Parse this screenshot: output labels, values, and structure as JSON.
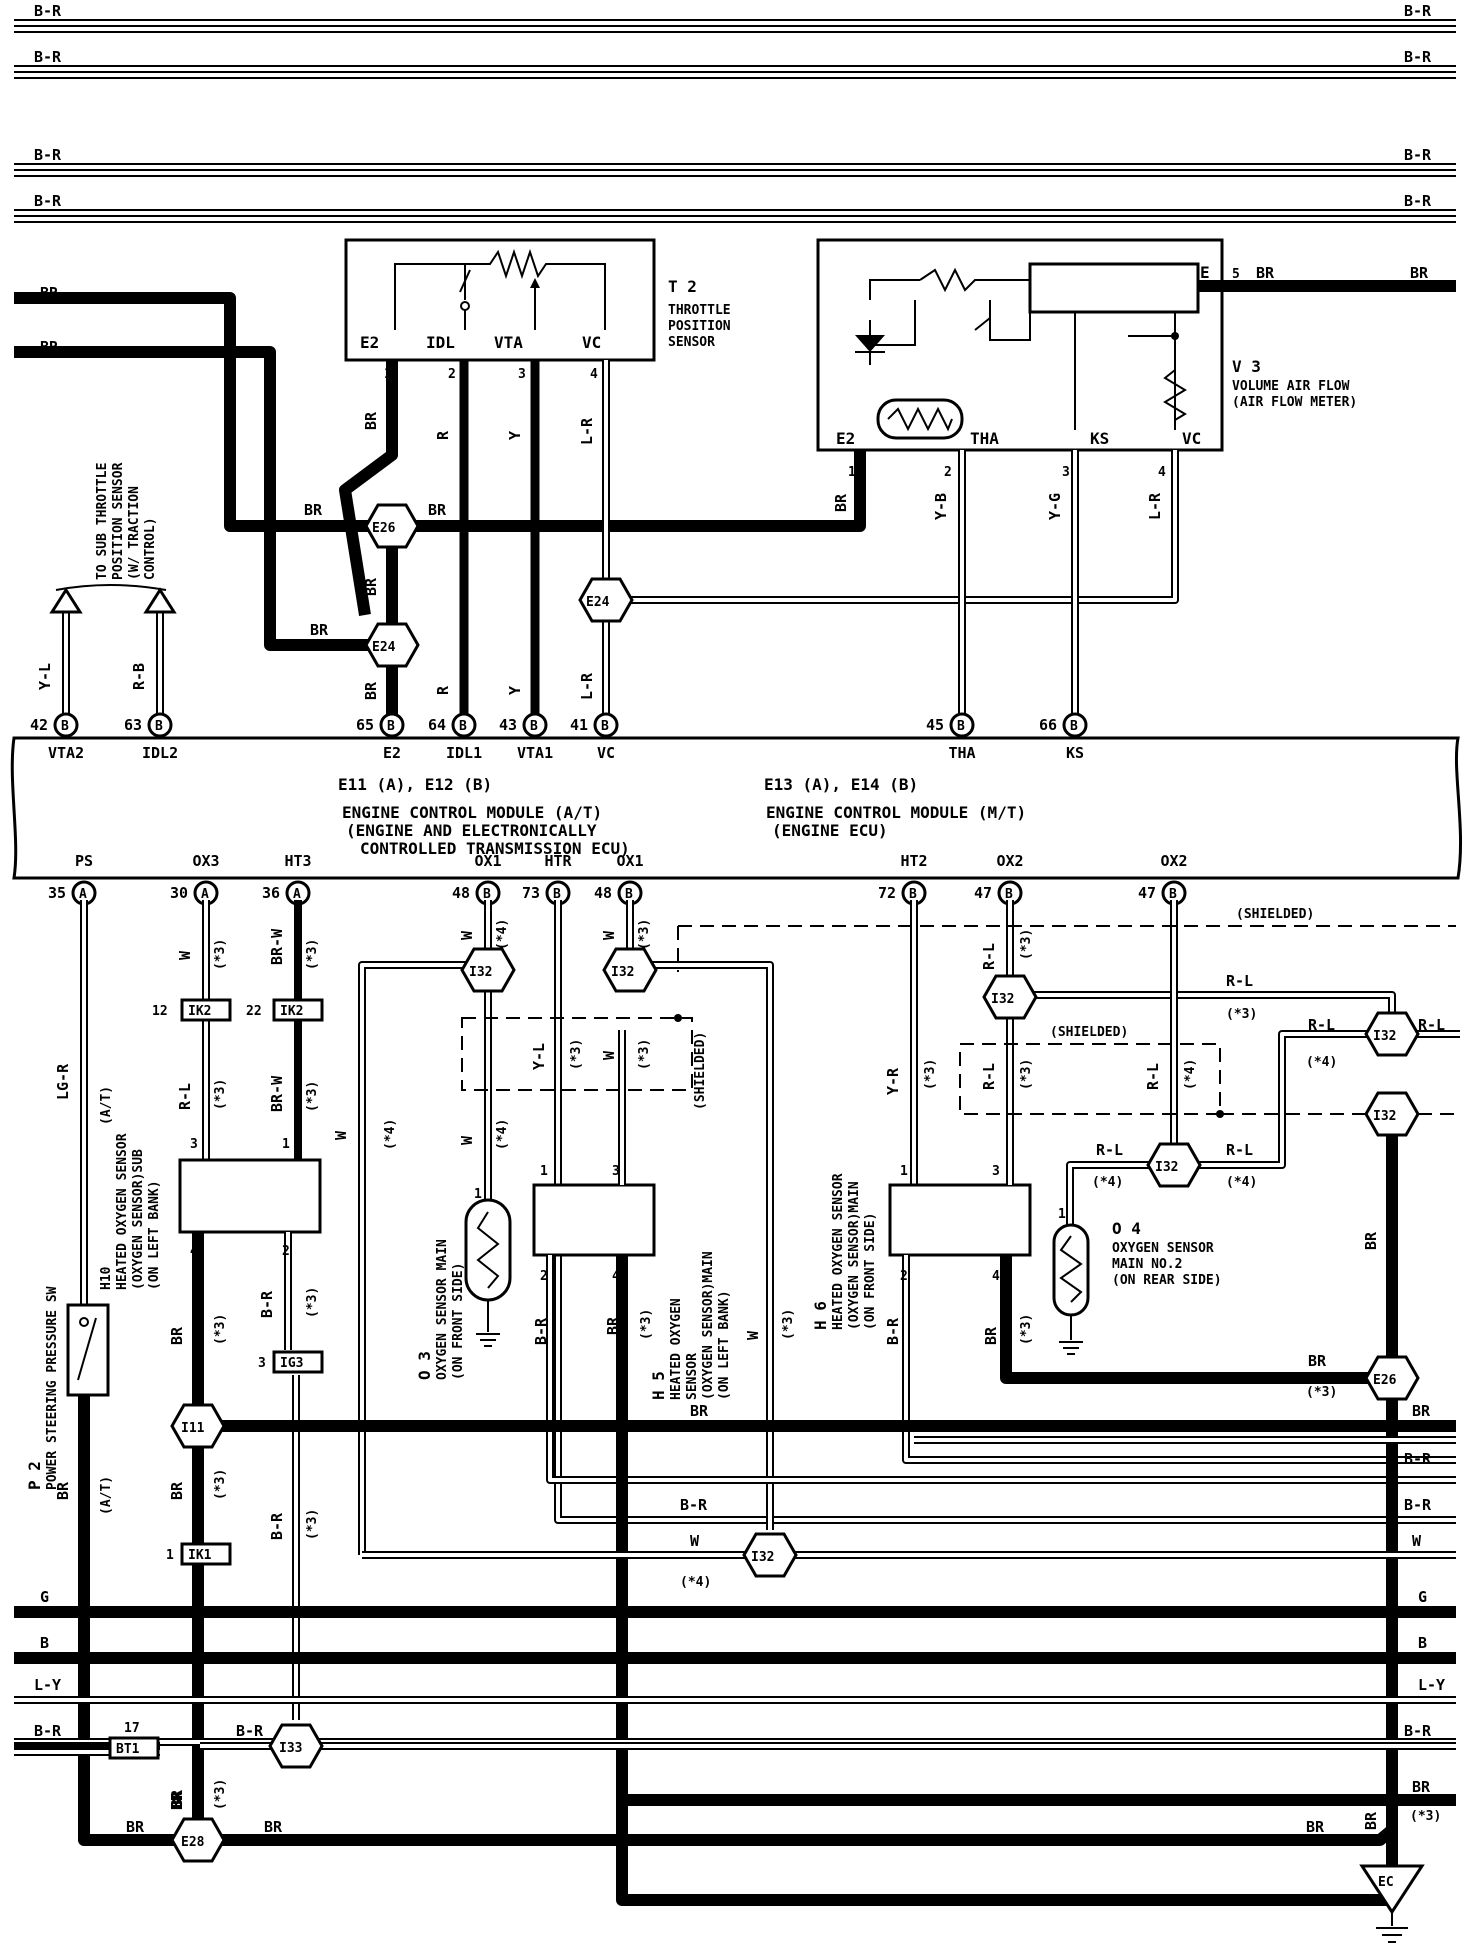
{
  "bus_labels": {
    "br1": "B-R",
    "br2": "B-R",
    "br3": "B-R",
    "br4": "B-R",
    "BR": "BR",
    "G": "G",
    "B": "B",
    "LY": "L-Y",
    "BRL": "B-R",
    "BRb": "BR"
  },
  "throttle": {
    "id": "T 2",
    "name": [
      "THROTTLE",
      "POSITION",
      "SENSOR"
    ],
    "pins": [
      "E2",
      "IDL",
      "VTA",
      "VC"
    ],
    "nums": [
      "1",
      "2",
      "3",
      "4"
    ]
  },
  "airflow": {
    "id": "V 3",
    "name": [
      "VOLUME AIR FLOW",
      "(AIR FLOW METER)"
    ],
    "pins": [
      "E2",
      "THA",
      "KS",
      "VC",
      "E"
    ],
    "nums": [
      "1",
      "2",
      "3",
      "4",
      "5"
    ]
  },
  "sub_throttle": [
    "TO SUB THROTTLE",
    "POSITION SENSOR",
    "(W/ TRACTION",
    "CONTROL)"
  ],
  "ecm": {
    "title_at": "ENGINE CONTROL MODULE  (A/T)",
    "sub_at1": "(ENGINE AND ELECTRONICALLY",
    "sub_at2": "CONTROLLED TRANSMISSION  ECU)",
    "conn_at": "E11 (A), E12 (B)",
    "title_mt": "ENGINE CONTROL MODULE    (M/T)",
    "sub_mt": "(ENGINE ECU)",
    "conn_mt": "E13 (A), E14 (B)",
    "top_pins": [
      {
        "num": "42",
        "c": "B",
        "name": "VTA2"
      },
      {
        "num": "63",
        "c": "B",
        "name": "IDL2"
      },
      {
        "num": "65",
        "c": "B",
        "name": "E2"
      },
      {
        "num": "64",
        "c": "B",
        "name": "IDL1"
      },
      {
        "num": "43",
        "c": "B",
        "name": "VTA1"
      },
      {
        "num": "41",
        "c": "B",
        "name": "VC"
      },
      {
        "num": "45",
        "c": "B",
        "name": "THA"
      },
      {
        "num": "66",
        "c": "B",
        "name": "KS"
      }
    ],
    "bottom_pins": [
      {
        "num": "35",
        "c": "A",
        "name": "PS"
      },
      {
        "num": "30",
        "c": "A",
        "name": "OX3"
      },
      {
        "num": "36",
        "c": "A",
        "name": "HT3"
      },
      {
        "num": "48",
        "c": "B",
        "name": "OX1"
      },
      {
        "num": "73",
        "c": "B",
        "name": "HTR"
      },
      {
        "num": "48",
        "c": "B",
        "name": "OX1"
      },
      {
        "num": "72",
        "c": "B",
        "name": "HT2"
      },
      {
        "num": "47",
        "c": "B",
        "name": "OX2"
      },
      {
        "num": "47",
        "c": "B",
        "name": "OX2"
      }
    ]
  },
  "nodes": {
    "E26a": "E26",
    "E24a": "E24",
    "E24b": "E24",
    "I32a": "I32",
    "I32b": "I32",
    "I32c": "I32",
    "I32d": "I32",
    "I32e": "I32",
    "I32f": "I32",
    "I32g": "I32",
    "I11": "I11",
    "E26b": "E26",
    "I33": "I33",
    "E28": "E28",
    "EC": "EC"
  },
  "connectors": {
    "IK2a": "IK2",
    "IK2b": "IK2",
    "IG3": "IG3",
    "IK1": "IK1",
    "BT1": "BT1"
  },
  "connector_nums": {
    "IK2a": "12",
    "IK2b": "22",
    "IG3": "3",
    "IK1": "1",
    "BT1": "17"
  },
  "wires": {
    "BR": "BR",
    "R": "R",
    "Y": "Y",
    "LR": "L-R",
    "YB": "Y-B",
    "YG": "Y-G",
    "YL": "Y-L",
    "RB": "R-B",
    "W": "W",
    "BRW": "BR-W",
    "RL": "R-L",
    "LGR": "LG-R",
    "BR2": "B-R",
    "YR": "Y-R"
  },
  "notes": {
    "star3": "(*3)",
    "star4": "(*4)",
    "shielded": "(SHIELDED)",
    "at": "(A/T)"
  },
  "sensors": {
    "H10": [
      "H10",
      "HEATED OXYGEN SENSOR",
      "(OXYGEN SENSOR)SUB",
      "(ON LEFT BANK)"
    ],
    "O3": [
      "O 3",
      "OXYGEN SENSOR MAIN",
      "(ON FRONT SIDE)"
    ],
    "H5": [
      "H 5",
      "HEATED OXYGEN",
      "SENSOR",
      "(OXYGEN SENSOR)MAIN",
      "(ON LEFT BANK)"
    ],
    "H6": [
      "H 6",
      "HEATED OXYGEN SENSOR",
      "(OXYGEN SENSOR)MAIN",
      "(ON FRONT SIDE)"
    ],
    "O4": [
      "O 4",
      "OXYGEN SENSOR",
      "MAIN NO.2",
      "(ON REAR SIDE)"
    ],
    "P2": [
      "P 2",
      "POWER STEERING PRESSURE SW"
    ]
  }
}
